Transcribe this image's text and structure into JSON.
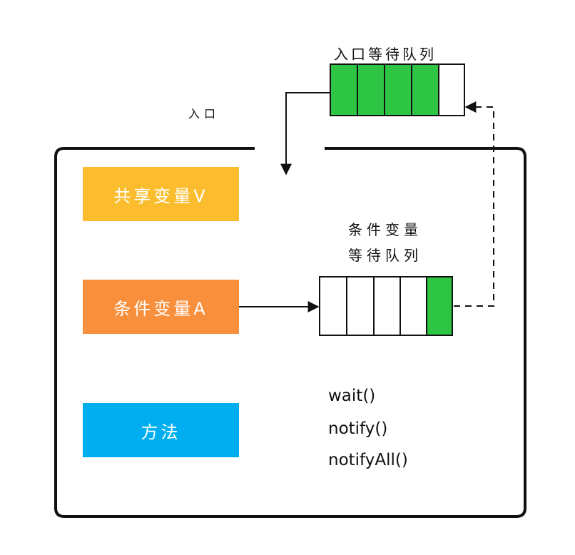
{
  "entry_queue": {
    "title": "入口等待队列",
    "slots_filled": 4,
    "slots_total": 5
  },
  "entry_label": "入口",
  "shared_variable": {
    "label": "共享变量V",
    "color": "#fbbd2e"
  },
  "condition_variable": {
    "label": "条件变量A",
    "color": "#f88f3c"
  },
  "condition_queue": {
    "title_line1": "条件变量",
    "title_line2": "等待队列",
    "slots_filled": 1,
    "slots_total": 5
  },
  "methods": {
    "label": "方法",
    "color": "#00aeef",
    "items": [
      "wait()",
      "notify()",
      "notifyAll()"
    ]
  },
  "colors": {
    "queue_fill": "#2ec545",
    "outline": "#111111"
  }
}
